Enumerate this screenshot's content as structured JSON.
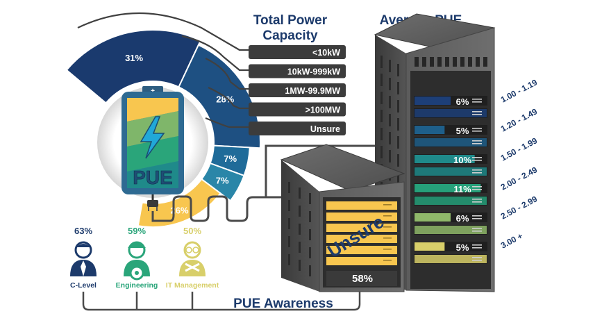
{
  "chart_data": [
    {
      "type": "pie",
      "title": "Total Power Capacity",
      "center_label": "PUE",
      "categories": [
        "<10kW",
        "10kW-999kW",
        "1MW-99.9MW",
        ">100MW",
        "Unsure"
      ],
      "values": [
        31,
        28,
        7,
        7,
        26
      ],
      "value_labels": [
        "31%",
        "28%",
        "7%",
        "7%",
        "26%"
      ],
      "colors": [
        "#1a3a6e",
        "#1e5082",
        "#1f6b99",
        "#2a86a8",
        "#f8c64f"
      ]
    },
    {
      "type": "bar",
      "title": "Average PUE",
      "categories": [
        "1.00 - 1.19",
        "1.20 - 1.49",
        "1.50 - 1.99",
        "2.00 - 2.49",
        "2.50 - 2.99",
        "3.00 +"
      ],
      "values": [
        6,
        5,
        10,
        11,
        6,
        5
      ],
      "value_labels": [
        "6%",
        "5%",
        "10%",
        "11%",
        "6%",
        "5%"
      ],
      "colors": [
        "#1d3f78",
        "#1e5f8a",
        "#1f8a8a",
        "#26a07a",
        "#8fb86a",
        "#d8cf6a"
      ],
      "unsure_label": "Unsure",
      "unsure_value": 58,
      "unsure_value_label": "58%"
    },
    {
      "type": "bar",
      "title": "PUE Awareness",
      "categories": [
        "C-Level",
        "Engineering",
        "IT Management"
      ],
      "values": [
        63,
        59,
        50
      ],
      "value_labels": [
        "63%",
        "59%",
        "50%"
      ],
      "colors": [
        "#1c3a6b",
        "#2aa57a",
        "#d8cf6a"
      ],
      "icons": [
        "executive-icon",
        "engineer-icon",
        "it-manager-icon"
      ]
    }
  ]
}
